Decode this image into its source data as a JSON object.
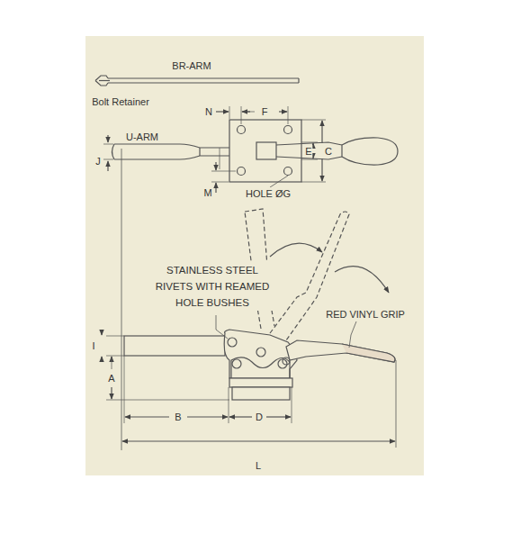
{
  "diagram": {
    "labels": [
      "BR-ARM",
      "Bolt Retainer",
      "U-ARM",
      "N",
      "F",
      "E",
      "C",
      "J",
      "M",
      "HOLE ØG",
      "STAINLESS STEEL RIVETS WITH REAMED HOLE BUSHES",
      "RED VINYL GRIP",
      "I",
      "A",
      "B",
      "D",
      "L"
    ]
  }
}
